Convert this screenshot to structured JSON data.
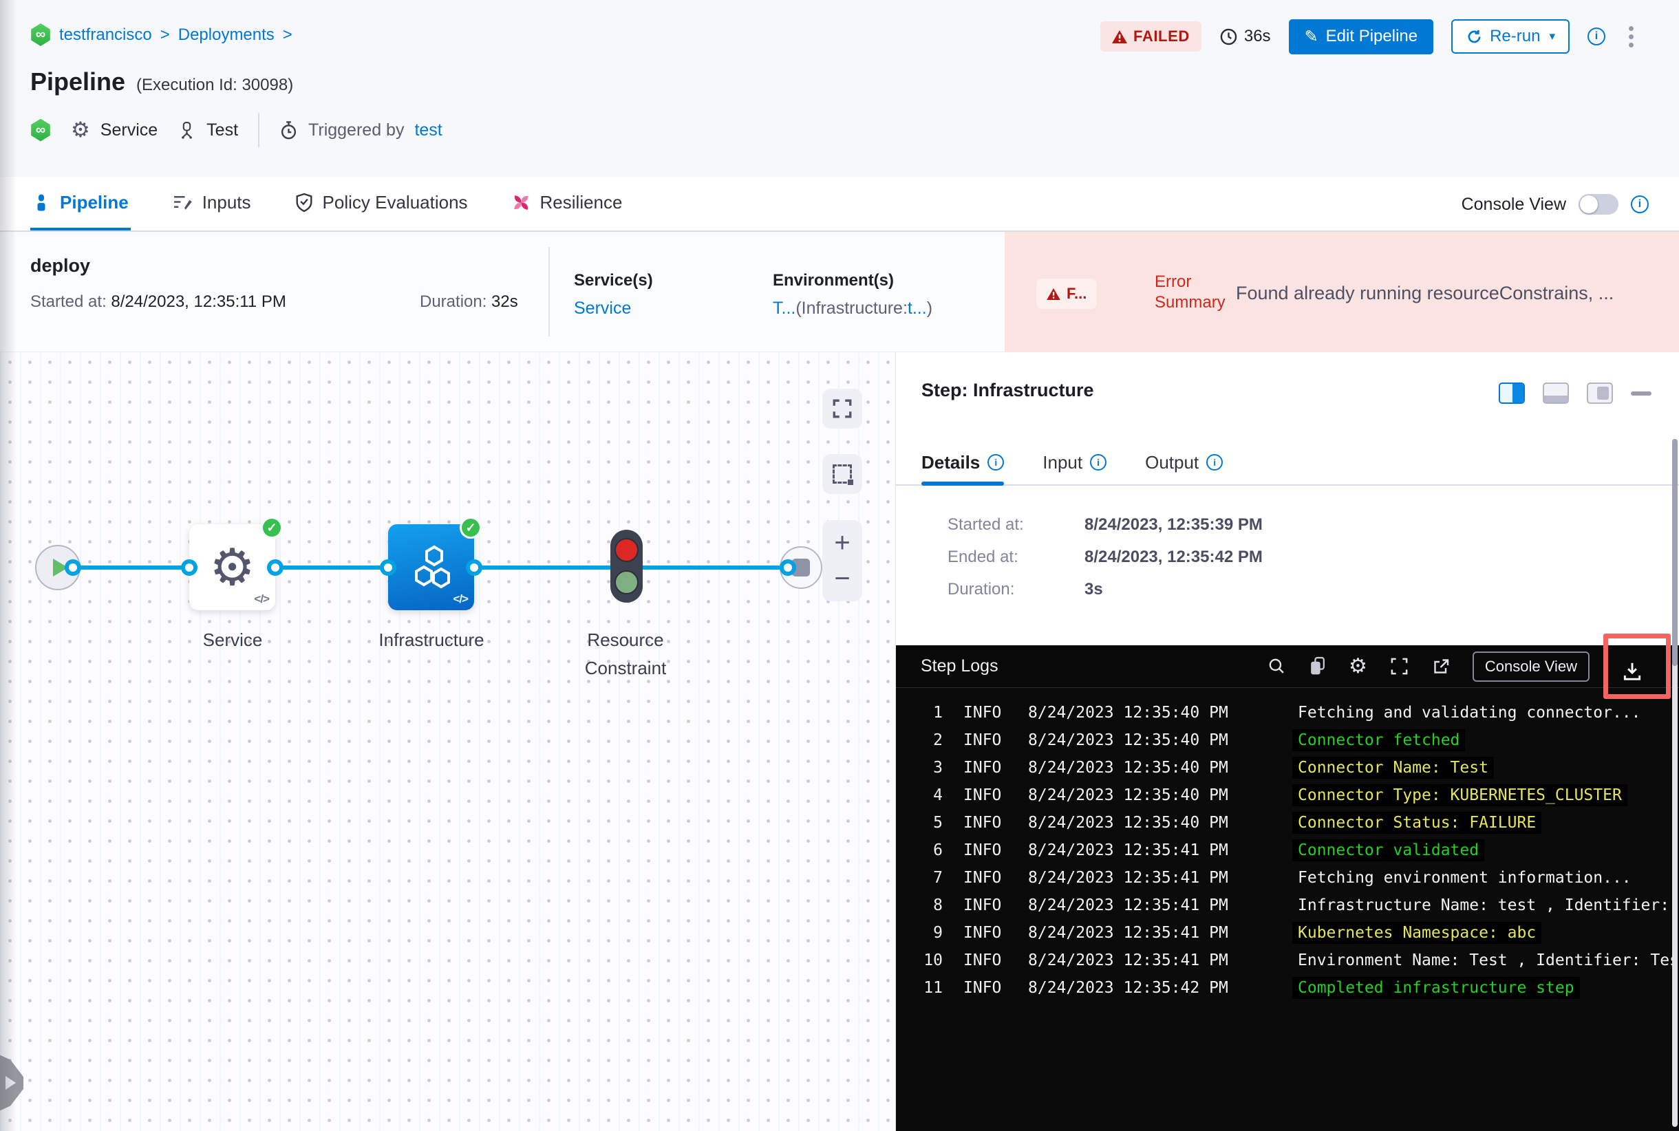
{
  "breadcrumb": {
    "project": "testfrancisco",
    "section": "Deployments",
    "separator": ">"
  },
  "header": {
    "status_badge": "FAILED",
    "elapsed": "36s",
    "edit_pipeline_label": "Edit Pipeline",
    "rerun_label": "Re-run",
    "title": "Pipeline",
    "execution_id": "(Execution Id: 30098)",
    "service_chip": "Service",
    "environment_chip": "Test",
    "triggered_by_label": "Triggered by",
    "triggered_by_user": "test"
  },
  "tab_bar": {
    "tabs": [
      {
        "label": "Pipeline",
        "active": true
      },
      {
        "label": "Inputs",
        "active": false
      },
      {
        "label": "Policy Evaluations",
        "active": false
      },
      {
        "label": "Resilience",
        "active": false
      }
    ],
    "console_view_label": "Console View",
    "console_view_on": false
  },
  "stage_summary": {
    "stage_name": "deploy",
    "started_label": "Started at:",
    "started_value": " 8/24/2023, 12:35:11 PM",
    "duration_label": "Duration:",
    "duration_value": " 32s",
    "services_label": "Service(s)",
    "services_value": "Service",
    "environments_label": "Environment(s)",
    "env_link1": "T...",
    "env_mid": "(Infrastructure:",
    "env_link2": "t...",
    "env_close": ")",
    "error_badge": "F...",
    "error_summary_label": "Error Summary",
    "error_summary_text": "Found already running resourceConstrains, ..."
  },
  "graph": {
    "nodes": [
      {
        "label": "Service",
        "status": "success"
      },
      {
        "label": "Infrastructure",
        "status": "success"
      },
      {
        "label": "Resource Constraint",
        "status": "waiting"
      }
    ],
    "code_glyph": "</>",
    "zoom_in": "+",
    "zoom_out": "−"
  },
  "step_panel": {
    "title": "Step: Infrastructure",
    "tabs": [
      {
        "label": "Details",
        "active": true
      },
      {
        "label": "Input",
        "active": false
      },
      {
        "label": "Output",
        "active": false
      }
    ],
    "details": [
      {
        "label": "Started at:",
        "value": "8/24/2023, 12:35:39 PM"
      },
      {
        "label": "Ended at:",
        "value": "8/24/2023, 12:35:42 PM"
      },
      {
        "label": "Duration:",
        "value": "3s"
      }
    ]
  },
  "step_logs": {
    "title": "Step Logs",
    "console_view_button": "Console View",
    "lines": [
      {
        "num": "1",
        "level": "INFO",
        "time": "8/24/2023 12:35:40 PM",
        "message": "Fetching and validating connector...",
        "style": "plain"
      },
      {
        "num": "2",
        "level": "INFO",
        "time": "8/24/2023 12:35:40 PM",
        "message": "Connector fetched",
        "style": "green"
      },
      {
        "num": "3",
        "level": "INFO",
        "time": "8/24/2023 12:35:40 PM",
        "message": "Connector Name: Test",
        "style": "yellow"
      },
      {
        "num": "4",
        "level": "INFO",
        "time": "8/24/2023 12:35:40 PM",
        "message": "Connector Type: KUBERNETES_CLUSTER",
        "style": "yellow"
      },
      {
        "num": "5",
        "level": "INFO",
        "time": "8/24/2023 12:35:40 PM",
        "message": "Connector Status: FAILURE",
        "style": "yellow"
      },
      {
        "num": "6",
        "level": "INFO",
        "time": "8/24/2023 12:35:41 PM",
        "message": "Connector validated",
        "style": "green"
      },
      {
        "num": "7",
        "level": "INFO",
        "time": "8/24/2023 12:35:41 PM",
        "message": "Fetching environment information...",
        "style": "plain"
      },
      {
        "num": "8",
        "level": "INFO",
        "time": "8/24/2023 12:35:41 PM",
        "message": "Infrastructure Name: test , Identifier: test",
        "style": "plain"
      },
      {
        "num": "9",
        "level": "INFO",
        "time": "8/24/2023 12:35:41 PM",
        "message": "Kubernetes Namespace: abc",
        "style": "yellow"
      },
      {
        "num": "10",
        "level": "INFO",
        "time": "8/24/2023 12:35:41 PM",
        "message": "Environment Name: Test , Identifier: Test",
        "style": "plain"
      },
      {
        "num": "11",
        "level": "INFO",
        "time": "8/24/2023 12:35:42 PM",
        "message": "Completed infrastructure step",
        "style": "green"
      }
    ]
  },
  "colors": {
    "accent_blue": "#0278d5",
    "flow_line_blue": "#00a2e3",
    "failed_red": "#b41710",
    "error_bar_bg": "#fbe3e1",
    "success_green": "#37c04d",
    "log_green": "#21d321",
    "log_yellow": "#e6e656",
    "highlight_box": "#f4655f"
  }
}
